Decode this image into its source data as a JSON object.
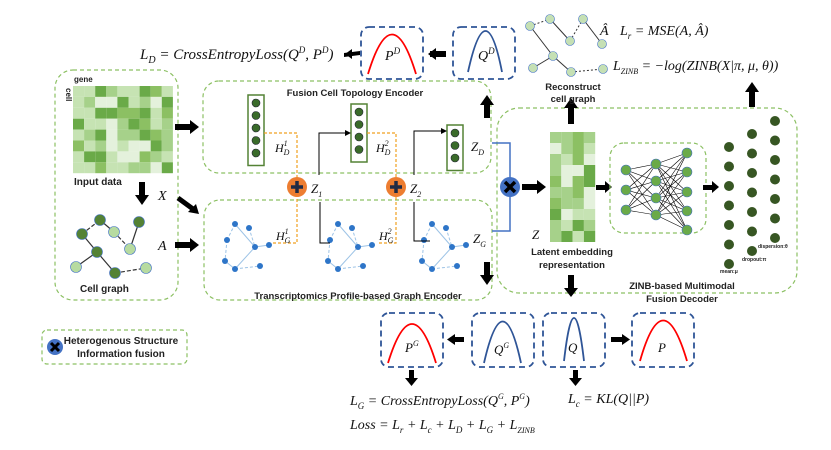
{
  "input": {
    "gene_label": "gene",
    "cell_label": "cell",
    "title": "Input data",
    "x_label": "X",
    "a_label": "A",
    "graph_title": "Cell graph"
  },
  "fusion_encoder": {
    "title": "Fusion Cell Topology Encoder",
    "h1": "H",
    "h1_sub": "D",
    "h1_sup": "1",
    "h2": "H",
    "h2_sub": "D",
    "h2_sup": "2",
    "z": "Z",
    "z_sub": "D"
  },
  "fusion_points": {
    "z1": "Z",
    "z1_sub": "1",
    "z2": "Z",
    "z2_sub": "2"
  },
  "graph_encoder": {
    "title": "Transcriptomics  Profile-based Graph Encoder",
    "h1": "H",
    "h1_sub": "G",
    "h1_sup": "1",
    "h2": "H",
    "h2_sub": "G",
    "h2_sup": "2",
    "z": "Z",
    "z_sub": "G"
  },
  "decoder": {
    "z_label": "Z",
    "latent_line1": "Latent embedding",
    "latent_line2": "representation",
    "title_line1": "ZINB-based Multimodal",
    "title_line2": "Fusion Decoder",
    "mean": "mean:μ",
    "dropout": "dropout:π",
    "dispersion": "dispersion:θ"
  },
  "reconstruct": {
    "line1": "Reconstruct",
    "line2": "cell graph",
    "a_hat": "Â"
  },
  "losses": {
    "ld": "L_D = CrossEntropyLoss(Q^D, P^D)",
    "lr": "L_r = MSE(A, Â)",
    "lzinb": "L_ZINB = −log(ZINB(X|π, μ, θ))",
    "lg": "L_G = CrossEntropyLoss(Q^G, P^G)",
    "lc": "L_c = KL(Q||P)",
    "loss": "Loss = L_r + L_c + L_D + L_G + L_ZINB"
  },
  "distributions": {
    "pd": "P",
    "pd_sup": "D",
    "qd": "Q",
    "qd_sup": "D",
    "pg": "P",
    "pg_sup": "G",
    "qg": "Q",
    "qg_sup": "G",
    "q": "Q",
    "p": "P"
  },
  "legend": {
    "line1": "Heterogenous Structure",
    "line2": "Information fusion"
  },
  "colors": {
    "target_dist": "#ff0000",
    "soft_dist": "#2f5597",
    "fusion_add": "#ed7d31",
    "fusion_cross": "#4472c4",
    "node_dark": "#3a6b2a",
    "node_light": "#b7dba0",
    "graph_blue": "#2e75c8"
  }
}
